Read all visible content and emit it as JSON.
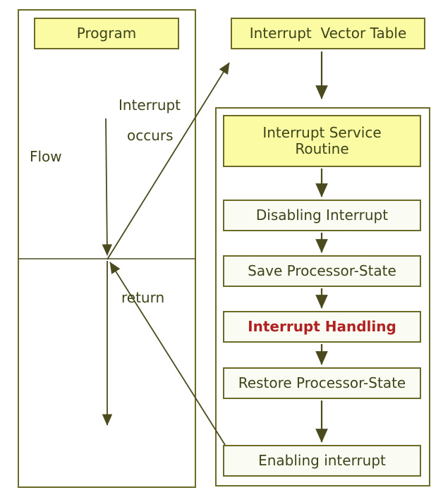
{
  "diagram": {
    "title": "Interrupt handling flow diagram",
    "colors": {
      "border": "#6b6b25",
      "text": "#3d4418",
      "highlight_fill": "#fbfba4",
      "plain_fill": "#fafcf3",
      "accent": "#b02222",
      "arrow": "#4a4a1e",
      "background": "#ffffff"
    },
    "left_panel": {
      "name": "program-panel",
      "program_box": {
        "label": "Program"
      },
      "flow_label": "Flow",
      "interrupt_label_line1": "Interrupt",
      "interrupt_label_line2": "occurs",
      "return_label": "return"
    },
    "right_panel": {
      "name": "interrupt-panel",
      "vector_table": {
        "label": "Interrupt  Vector Table"
      },
      "isr_container_name": "interrupt-service-routine-container",
      "steps": [
        {
          "label": "Interrupt Service\nRoutine",
          "fill": "yellow",
          "accent": false
        },
        {
          "label": "Disabling Interrupt",
          "fill": "white",
          "accent": false
        },
        {
          "label": "Save Processor-State",
          "fill": "white",
          "accent": false
        },
        {
          "label": "Interrupt Handling",
          "fill": "white",
          "accent": true
        },
        {
          "label": "Restore Processor-State",
          "fill": "white",
          "accent": false
        },
        {
          "label": "Enabling interrupt",
          "fill": "white",
          "accent": false
        }
      ]
    },
    "connectors": [
      {
        "name": "program-flow-arrow",
        "kind": "vertical-arrow",
        "label": ""
      },
      {
        "name": "interrupt-occurs-arrow",
        "kind": "diagonal-arrow-up-right",
        "label": "Interrupt occurs"
      },
      {
        "name": "return-arrow",
        "kind": "diagonal-arrow-up-left",
        "label": "return"
      },
      {
        "name": "vector-table-to-isr-arrow",
        "kind": "vertical-arrow",
        "label": ""
      },
      {
        "name": "isr-to-disabling-arrow",
        "kind": "vertical-arrow",
        "label": ""
      },
      {
        "name": "disabling-to-save-arrow",
        "kind": "vertical-arrow",
        "label": ""
      },
      {
        "name": "save-to-handling-arrow",
        "kind": "vertical-arrow",
        "label": ""
      },
      {
        "name": "handling-to-restore-arrow",
        "kind": "vertical-arrow",
        "label": ""
      },
      {
        "name": "restore-to-enabling-arrow",
        "kind": "vertical-arrow",
        "label": ""
      }
    ]
  }
}
